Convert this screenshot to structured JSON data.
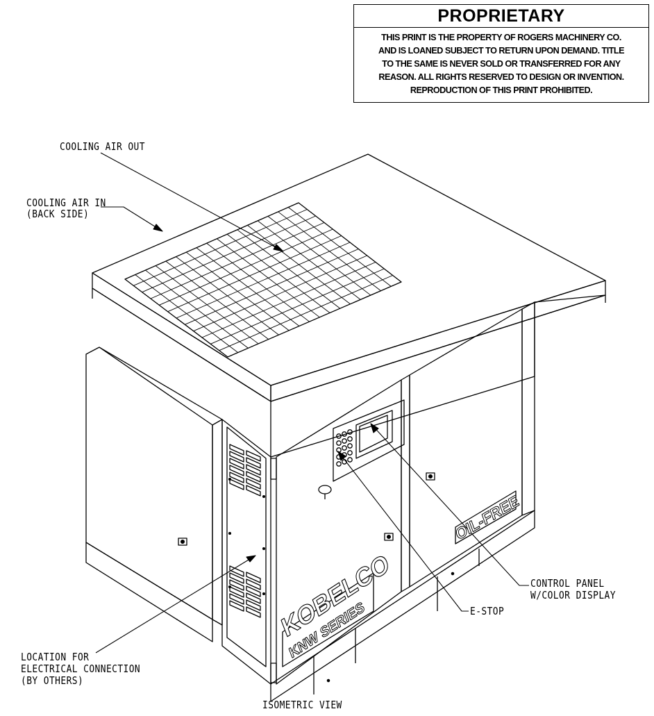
{
  "proprietary": {
    "title": "PROPRIETARY",
    "lines": [
      "THIS PRINT IS THE PROPERTY OF ROGERS MACHINERY CO.",
      "AND IS LOANED SUBJECT TO RETURN UPON DEMAND.  TITLE",
      "TO THE SAME IS NEVER SOLD OR TRANSFERRED FOR ANY",
      "REASON.  ALL RIGHTS RESERVED TO DESIGN OR INVENTION.",
      "REPRODUCTION OF THIS PRINT PROHIBITED."
    ]
  },
  "labels": {
    "cooling_air_out": "COOLING AIR OUT",
    "cooling_air_in_line1": "COOLING AIR IN",
    "cooling_air_in_line2": "(BACK SIDE)",
    "control_panel_line1": "CONTROL PANEL",
    "control_panel_line2": "W/COLOR DISPLAY",
    "e_stop": "E-STOP",
    "electrical_line1": "LOCATION FOR",
    "electrical_line2": "ELECTRICAL CONNECTION",
    "electrical_line3": "(BY OTHERS)",
    "view_title": "ISOMETRIC VIEW"
  },
  "decals": {
    "brand": "KOBELCO",
    "series": "KNW SERIES",
    "oil_free": "OIL-FREE"
  },
  "colors": {
    "line": "#000000",
    "background": "#ffffff"
  }
}
